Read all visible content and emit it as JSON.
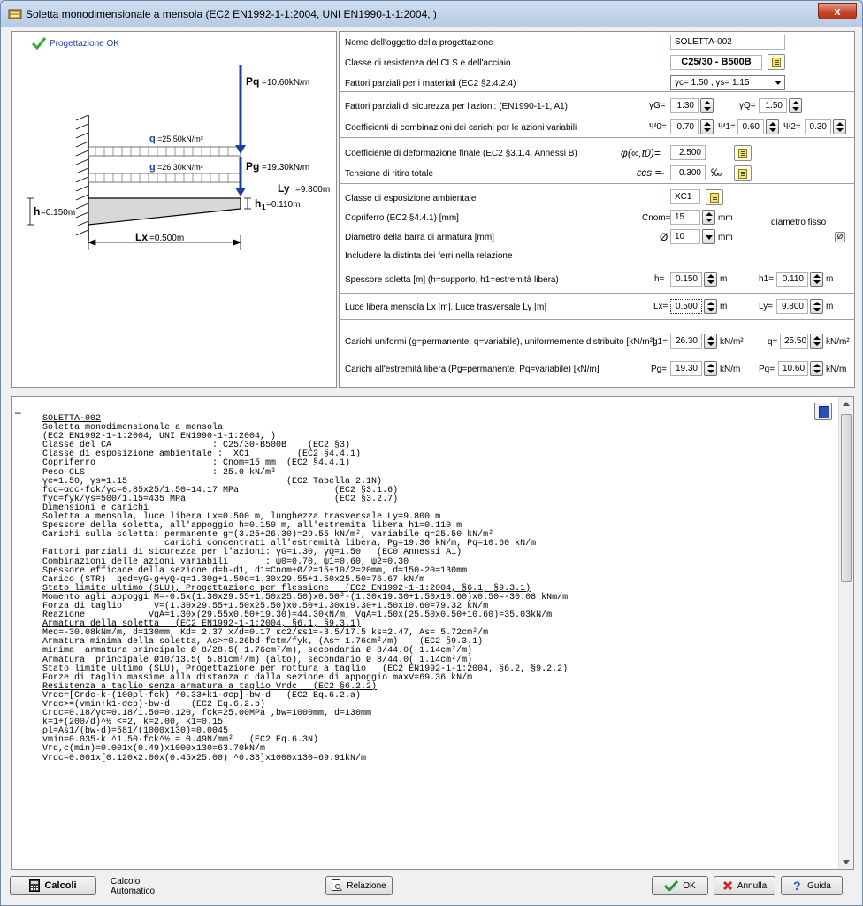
{
  "window": {
    "title": "Soletta monodimensionale a mensola (EC2 EN1992-1-1:2004, UNI EN1990-1-1:2004, )",
    "close_label": "x"
  },
  "diagram": {
    "status": "Progettazione OK",
    "Pq_name": "Pq",
    "Pq_value": "=10.60kN/m",
    "Pg_name": "Pg",
    "Pg_value": "=19.30kN/m",
    "q_name": "q",
    "q_value": "=25.50kN/m²",
    "g_name": "g",
    "g_value": "=26.30kN/m²",
    "Ly_name": "Ly",
    "Ly_value": "=9.800m",
    "h1_name": "h",
    "h1_sub": "1",
    "h1_value": "=0.110m",
    "h_name": "h",
    "h_value": "=0.150m",
    "Lx_name": "Lx",
    "Lx_value": "=0.500m"
  },
  "form": {
    "s1": {
      "name_label": "Nome dell'oggetto della progettazione",
      "name_value": "SOLETTA-002",
      "class_label": "Classe di resistenza del CLS e dell'acciaio",
      "class_value": "C25/30 - B500B",
      "partial_label": "Fattori parziali per i materiali (EC2 §2.4.2.4)",
      "partial_value": "γc= 1.50 , γs= 1.15"
    },
    "s2": {
      "safety_label": "Fattori parziali di sicurezza per l'azioni: (EN1990-1-1, A1)",
      "gG_label": "γG=",
      "gG_value": "1.30",
      "gQ_label": "γQ=",
      "gQ_value": "1.50",
      "comb_label": "Coefficienti di combinazioni dei carichi per le azioni variabili",
      "psi0_label": "Ψ0=",
      "psi0_value": "0.70",
      "psi1_label": "Ψ1=",
      "psi1_value": "0.60",
      "psi2_label": "Ψ2=",
      "psi2_value": "0.30"
    },
    "s3": {
      "creep_label": "Coefficiente di deformazione finale (EC2 §3.1.4, Annessi B)",
      "creep_symbol": "φ(∞,t0)=",
      "creep_value": "2.500",
      "shrink_label": "Tensione di ritiro totale",
      "shrink_symbol": "εcs =-",
      "shrink_value": "0.300",
      "shrink_unit": "‰"
    },
    "s4": {
      "exp_label": "Classe di esposizione ambientale",
      "exp_value": "XC1",
      "cover_label": "Copriferro (EC2 §4.4.1) [mm]",
      "cover_symbol": "Cnom=",
      "cover_value": "15",
      "cover_unit": "mm",
      "fixed_label": "diametro fisso",
      "bar_label": "Diametro della barra di armatura [mm]",
      "bar_symbol": "Ø",
      "bar_value": "10",
      "bar_unit": "mm",
      "include_label": "Includere la distinta dei ferri nella relazione"
    },
    "s5": {
      "thick_label": "Spessore soletta [m] (h=supporto, h1=estremità libera)",
      "h_symbol": "h=",
      "h_value": "0.150",
      "h_unit": "m",
      "h1_symbol": "h1=",
      "h1_value": "0.110",
      "h1_unit": "m"
    },
    "s6": {
      "span_label": "Luce libera mensola Lx [m].   Luce trasversale Ly [m]",
      "lx_symbol": "Lx=",
      "lx_value": "0.500",
      "lx_unit": "m",
      "ly_symbol": "Ly=",
      "ly_value": "9.800",
      "ly_unit": "m"
    },
    "s7": {
      "uniform_label": "Carichi uniformi (g=permanente, q=variabile), uniformemente distribuito [kN/m²]",
      "g1_symbol": "g1=",
      "g1_value": "26.30",
      "g1_unit": "kN/m²",
      "q_symbol": "q=",
      "q_value": "25.50",
      "q_unit": "kN/m²",
      "end_label": "Carichi all'estremità libera (Pg=permanente, Pq=variabile) [kN/m]",
      "pg_symbol": "Pg=",
      "pg_value": "19.30",
      "pg_unit": "kN/m",
      "pq_symbol": "Pq=",
      "pq_value": "10.60",
      "pq_unit": "kN/m"
    }
  },
  "report": {
    "collapse": "–",
    "lines": [
      {
        "t": "SOLETTA-002",
        "u": true
      },
      {
        "t": "Soletta monodimensionale a mensola",
        "u": false
      },
      {
        "t": "(EC2 EN1992-1-1:2004, UNI EN1990-1-1:2004, )",
        "u": false
      },
      {
        "t": "Classe del CA                   : C25/30-B500B    (EC2 §3)",
        "u": false
      },
      {
        "t": "Classe di esposizione ambientale :  XC1         (EC2 §4.4.1)",
        "u": false
      },
      {
        "t": "Copriferro                      : Cnom=15 mm  (EC2 §4.4.1)",
        "u": false
      },
      {
        "t": "Peso CLS                        : 25.0 kN/m³",
        "u": false
      },
      {
        "t": "γc=1.50, γs=1.15                              (EC2 Tabella 2.1N)",
        "u": false
      },
      {
        "t": "fcd=αcc·fck/γc=0.85x25/1.50=14.17 MPa                  (EC2 §3.1.6)",
        "u": false
      },
      {
        "t": "fyd=fyk/γs=500/1.15=435 MPa                            (EC2 §3.2.7)",
        "u": false
      },
      {
        "t": "Dimensioni e carichi",
        "u": true
      },
      {
        "t": "Soletta a mensola, luce libera Lx=0.500 m, lunghezza trasversale Ly=9.800 m",
        "u": false
      },
      {
        "t": "Spessore della soletta, all'appoggio h=0.150 m, all'estremità libera h1=0.110 m",
        "u": false
      },
      {
        "t": "Carichi sulla soletta: permanente g=(3.25+26.30)=29.55 kN/m², variabile q=25.50 kN/m²",
        "u": false
      },
      {
        "t": "                       carichi concentrati all'estremità libera, Pg=19.30 kN/m, Pq=10.60 kN/m",
        "u": false
      },
      {
        "t": "Fattori parziali di sicurezza per l'azioni: γG=1.30, γQ=1.50   (EC0 Annessi A1)",
        "u": false
      },
      {
        "t": "Combinazioni delle azioni variabili       : ψ0=0.70, ψ1=0.60, ψ2=0.30",
        "u": false
      },
      {
        "t": "Spessore efficace della sezione d=h-d1, d1=Cnom+Ø/2=15+10/2=20mm, d=150-20=130mm",
        "u": false
      },
      {
        "t": "Carico (STR)  qed=γG·g+γQ·q=1.30g+1.50q=1.30x29.55+1.50x25.50=76.67 kN/m",
        "u": false
      },
      {
        "t": "Stato limite ultimo (SLU), Progettazione per flessione   (EC2 EN1992-1-1:2004, §6.1, §9.3.1)",
        "u": true
      },
      {
        "t": "Momento agli appoggi M=-0.5x(1.30x29.55+1.50x25.50)x0.50²-(1.30x19.30+1.50x10.60)x0.50=-30.08 kNm/m",
        "u": false
      },
      {
        "t": "Forza di taglio      V=(1.30x29.55+1.50x25.50)x0.50+1.30x19.30+1.50x10.60=79.32 kN/m",
        "u": false
      },
      {
        "t": "Reazione            VgA=1.30x(29.55x0.50+19.30)=44.30kN/m, VqA=1.50x(25.50x0.50+10.60)=35.03kN/m",
        "u": false
      },
      {
        "t": "Armatura della soletta   (EC2 EN1992-1-1:2004, §6.1, §9.3.1)",
        "u": true
      },
      {
        "t": "Med=-30.08kNm/m, d=130mm, Kd= 2.37 x/d=0.17 εc2/εs1=-3.5/17.5 ks=2.47, As= 5.72cm²/m",
        "u": false
      },
      {
        "t": "Armatura minima della soletta, As>=0.26bd·fctm/fyk, (As= 1.76cm²/m)    (EC2 §9.3.1)",
        "u": false
      },
      {
        "t": "minima  armatura principale Ø 8/28.5( 1.76cm²/m), secondaria Ø 8/44.0( 1.14cm²/m)",
        "u": false
      },
      {
        "t": "Armatura  principale Ø10/13.5( 5.81cm²/m) (alto), secondario Ø 8/44.0( 1.14cm²/m)",
        "u": false
      },
      {
        "t": "Stato limite ultimo (SLU), Progettazione per rottura a taglio   (EC2 EN1992-1-1:2004, §6.2, §9.2.2)",
        "u": true
      },
      {
        "t": "Forze di taglio massime alla distanza d dalla sezione di appoggio maxV=69.36 kN/m",
        "u": false
      },
      {
        "t": "Resistenza a taglio senza armatura a taglio Vrdc   (EC2 §6.2.2)",
        "u": true
      },
      {
        "t": "Vrdc=[Crdc·k·(100ρl·fck) ^0.33+k1·σcp]·bw·d   (EC2 Eq.6.2.a)",
        "u": false
      },
      {
        "t": "Vrdc>=(vmin+k1·σcp)·bw·d    (EC2 Eq.6.2.b)",
        "u": false
      },
      {
        "t": "Crdc=0.18/γc=0.18/1.50=0.120, fck=25.00MPa ,bw=1000mm, d=130mm",
        "u": false
      },
      {
        "t": "k=1+(200/d)^½ <=2, k=2.00, k1=0.15",
        "u": false
      },
      {
        "t": "ρl=As1/(bw·d)=581/(1000x130)=0.0045",
        "u": false
      },
      {
        "t": "vmin=0.035·k ^1.50·fck^½ = 0.49N/mm²   (EC2 Eq.6.3N)",
        "u": false
      },
      {
        "t": "Vrd,c(min)=0.001x(0.49)x1000x130=63.70kN/m",
        "u": false
      },
      {
        "t": "Vrdc=0.001x[0.120x2.00x(0.45x25.00) ^0.33]x1000x130=69.91kN/m",
        "u": false
      }
    ]
  },
  "footer": {
    "calc_label": "Calcoli",
    "auto_label_1": "Calcolo",
    "auto_label_2": "Automatico",
    "report_label": "Relazione",
    "ok_label": "OK",
    "cancel_label": "Annulla",
    "help_label": "Guida"
  }
}
